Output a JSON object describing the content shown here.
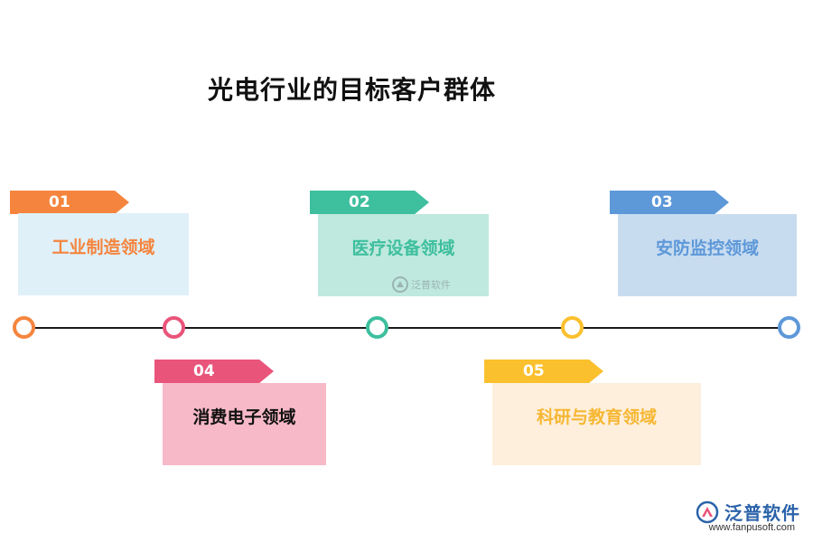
{
  "title": "光电行业的目标客户群体",
  "segments": [
    {
      "num": "01",
      "label": "工业制造领域",
      "tag_color": "#f5853e",
      "card_color": "#dff0f9",
      "text_color": "#f5853e",
      "node_color": "#f5853e"
    },
    {
      "num": "02",
      "label": "医疗设备领域",
      "tag_color": "#3ebf9e",
      "card_color": "#bfe9de",
      "text_color": "#3ebf9e",
      "node_color": "#3ebf9e"
    },
    {
      "num": "03",
      "label": "安防监控领域",
      "tag_color": "#5d98d8",
      "card_color": "#c8dcf0",
      "text_color": "#5d98d8",
      "node_color": "#5d98d8"
    },
    {
      "num": "04",
      "label": "消费电子领域",
      "tag_color": "#e9547a",
      "card_color": "#f7b9c8",
      "text_color": "#111111",
      "node_color": "#e9547a"
    },
    {
      "num": "05",
      "label": "科研与教育领域",
      "tag_color": "#fbc02d",
      "card_color": "#fdefdc",
      "text_color": "#f7b733",
      "node_color": "#fbc02d"
    }
  ],
  "watermark": {
    "text": "泛普软件"
  },
  "brand": {
    "name": "泛普软件",
    "url": "www.fanpusoft.com"
  }
}
